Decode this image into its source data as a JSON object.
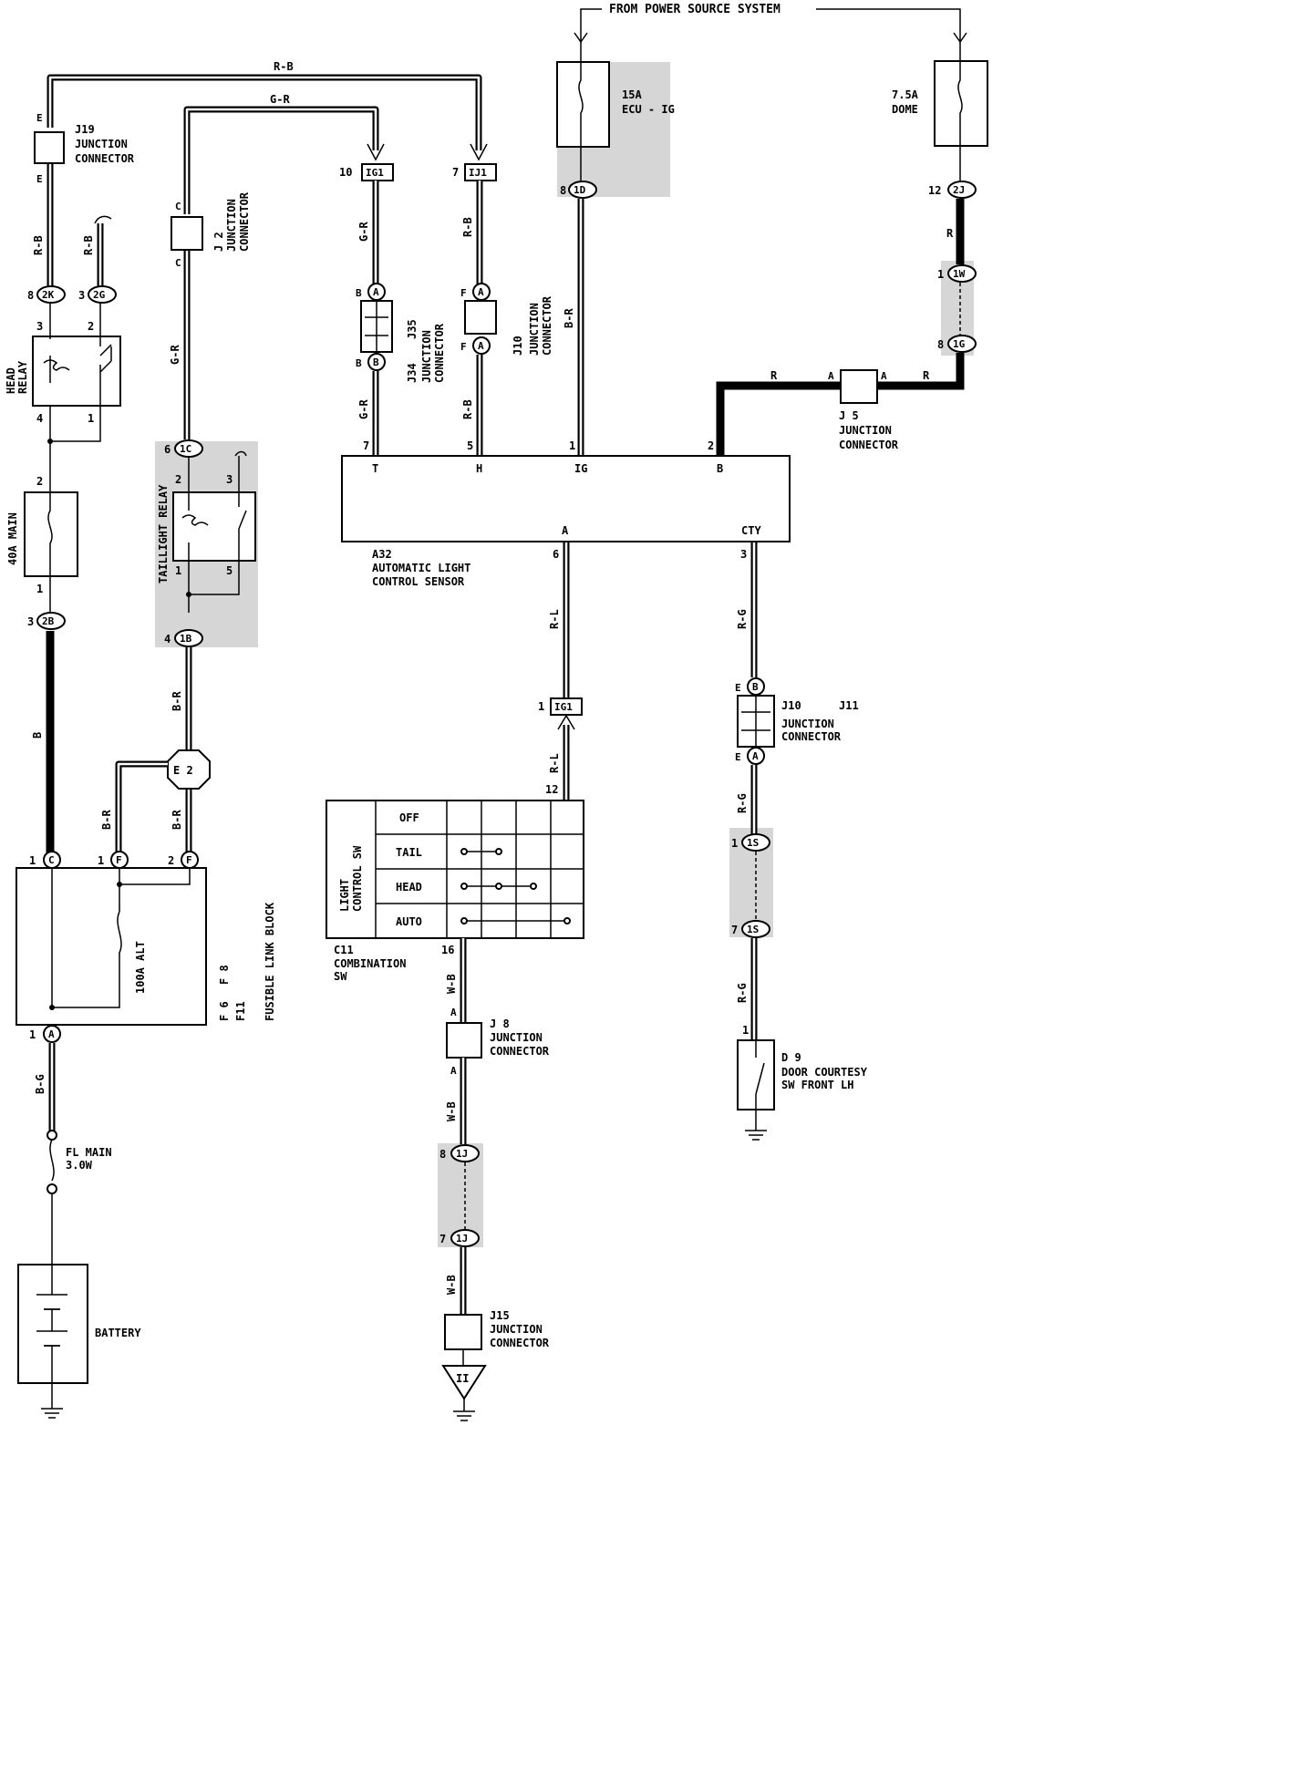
{
  "title": "FROM POWER SOURCE SYSTEM",
  "components": {
    "fuse_ecu": {
      "amp": "15A",
      "name": "ECU - IG"
    },
    "fuse_dome": {
      "amp": "7.5A",
      "name": "DOME"
    },
    "fuse_main": "40A MAIN",
    "fuse_alt": "100A ALT",
    "fl_main": [
      "FL MAIN",
      "3.0W"
    ],
    "battery": "BATTERY",
    "head_relay": [
      "HEAD",
      "RELAY"
    ],
    "taillight_relay": "TAILLIGHT RELAY",
    "sensor": {
      "id": "A32",
      "name": [
        "AUTOMATIC LIGHT",
        "CONTROL SENSOR"
      ],
      "pins": [
        "T",
        "H",
        "IG",
        "B",
        "A",
        "CTY"
      ]
    },
    "combination_sw": {
      "id": "C11",
      "name": [
        "COMBINATION",
        "SW"
      ],
      "side_label": [
        "LIGHT",
        "CONTROL SW"
      ],
      "rows": [
        "OFF",
        "TAIL",
        "HEAD",
        "AUTO"
      ]
    },
    "door_sw": {
      "id": "D 9",
      "name": [
        "DOOR COURTESY",
        "SW FRONT LH"
      ]
    },
    "fusible_link": [
      "F 6",
      "F 8",
      "F11",
      "FUSIBLE LINK BLOCK"
    ]
  },
  "junctions": {
    "j19": [
      "J19",
      "JUNCTION",
      "CONNECTOR"
    ],
    "j2": [
      "J 2",
      "JUNCTION",
      "CONNECTOR"
    ],
    "j34": [
      "J34",
      "J35",
      "JUNCTION",
      "CONNECTOR"
    ],
    "j10": [
      "J10",
      "JUNCTION",
      "CONNECTOR"
    ],
    "j5": [
      "J 5",
      "JUNCTION",
      "CONNECTOR"
    ],
    "j10j11": [
      "J10",
      "J11",
      "JUNCTION",
      "CONNECTOR"
    ],
    "j8": [
      "J 8",
      "JUNCTION",
      "CONNECTOR"
    ],
    "j15": [
      "J15",
      "JUNCTION",
      "CONNECTOR"
    ]
  },
  "connectors": {
    "ig1_top": "IG1",
    "ij1": "IJ1",
    "id": "1D",
    "c2j": "2J",
    "c1w": "1W",
    "c1g": "1G",
    "c2k": "2K",
    "c2g": "2G",
    "c2b": "2B",
    "c1c": "1C",
    "c1b": "1B",
    "e2": "E 2",
    "ig1_bot": "IG1",
    "c1s": "1S",
    "c1s2": "1S",
    "c1j": "1J",
    "c1j2": "1J",
    "a": "A",
    "b": "B",
    "c": "C",
    "f": "F",
    "e": "E",
    "ii": "II"
  },
  "wires": [
    "R-B",
    "G-R",
    "B-R",
    "B",
    "R",
    "R-L",
    "R-G",
    "W-B",
    "B-G"
  ],
  "pins": [
    "1",
    "2",
    "3",
    "4",
    "5",
    "6",
    "7",
    "8",
    "10",
    "12",
    "16"
  ]
}
